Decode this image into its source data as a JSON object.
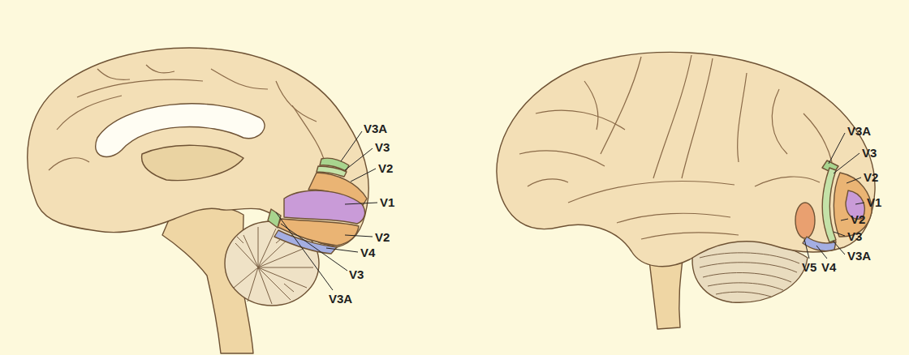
{
  "diagram": {
    "labels": [
      "V3A",
      "V3",
      "V2",
      "V1",
      "V2",
      "V4",
      "V3",
      "V3A",
      "V3A",
      "V3",
      "V2",
      "V1",
      "V2",
      "V3",
      "V3A",
      "V5",
      "V4"
    ]
  }
}
